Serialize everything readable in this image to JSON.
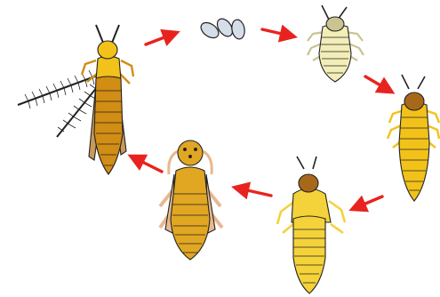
{
  "diagram": {
    "kind": "life-cycle",
    "direction": "clockwise",
    "stages": [
      {
        "id": "eggs",
        "name": "eggs-stage",
        "count": 3
      },
      {
        "id": "larva-1",
        "name": "first-larva-stage"
      },
      {
        "id": "larva-2",
        "name": "second-larva-stage"
      },
      {
        "id": "prepupa",
        "name": "prepupa-stage"
      },
      {
        "id": "pupa",
        "name": "pupa-stage"
      },
      {
        "id": "adult",
        "name": "adult-thrips-stage"
      }
    ],
    "arrows": [
      {
        "from": "adult",
        "to": "eggs"
      },
      {
        "from": "eggs",
        "to": "larva-1"
      },
      {
        "from": "larva-1",
        "to": "larva-2"
      },
      {
        "from": "larva-2",
        "to": "prepupa"
      },
      {
        "from": "prepupa",
        "to": "pupa"
      },
      {
        "from": "pupa",
        "to": "adult"
      }
    ]
  },
  "colors": {
    "arrow": "#e8231f",
    "outline": "#111111",
    "egg": "#d5dde8",
    "larva_pale": "#f3eeb8",
    "larva_pale_head": "#c9c490",
    "larva_yellow": "#f2c21a",
    "head_brown": "#a8681a",
    "prepupa_yellow": "#f4d23a",
    "pupa_body": "#e1a622",
    "pupa_pad": "#e8b890",
    "adult_body": "#d18d14",
    "adult_wing": "#c89a5a"
  }
}
